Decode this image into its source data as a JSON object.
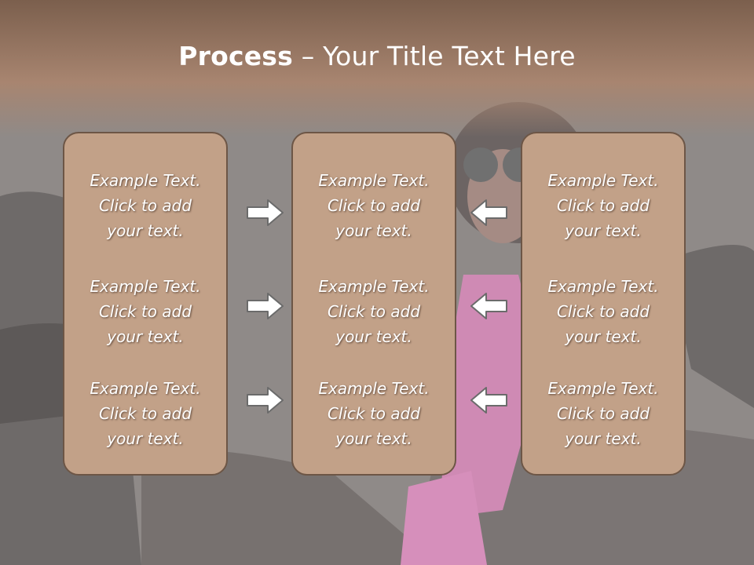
{
  "title": {
    "bold": "Process",
    "separator": " – ",
    "rest": "Your Title Text Here"
  },
  "columns": [
    {
      "items": [
        {
          "line1": "Example Text.",
          "line2": "Click  to add",
          "line3": "your text."
        },
        {
          "line1": "Example Text.",
          "line2": "Click  to add",
          "line3": "your text."
        },
        {
          "line1": "Example Text.",
          "line2": "Click  to add",
          "line3": "your text."
        }
      ]
    },
    {
      "items": [
        {
          "line1": "Example Text.",
          "line2": "Click  to add",
          "line3": "your text."
        },
        {
          "line1": "Example Text.",
          "line2": "Click  to add",
          "line3": "your text."
        },
        {
          "line1": "Example Text.",
          "line2": "Click  to add",
          "line3": "your text."
        }
      ]
    },
    {
      "items": [
        {
          "line1": "Example Text.",
          "line2": "Click  to add",
          "line3": "your text."
        },
        {
          "line1": "Example Text.",
          "line2": "Click  to add",
          "line3": "your text."
        },
        {
          "line1": "Example Text.",
          "line2": "Click  to add",
          "line3": "your text."
        }
      ]
    }
  ],
  "arrows": [
    {
      "icon": "arrow-right-icon"
    },
    {
      "icon": "arrow-right-icon"
    },
    {
      "icon": "arrow-right-icon"
    },
    {
      "icon": "arrow-left-icon"
    },
    {
      "icon": "arrow-left-icon"
    },
    {
      "icon": "arrow-left-icon"
    }
  ],
  "colors": {
    "header": "#7a5f4d",
    "box_fill": "#c2a188",
    "box_border": "#6d5646",
    "arrow_fill": "#ffffff",
    "arrow_stroke": "#6b6b6b"
  }
}
